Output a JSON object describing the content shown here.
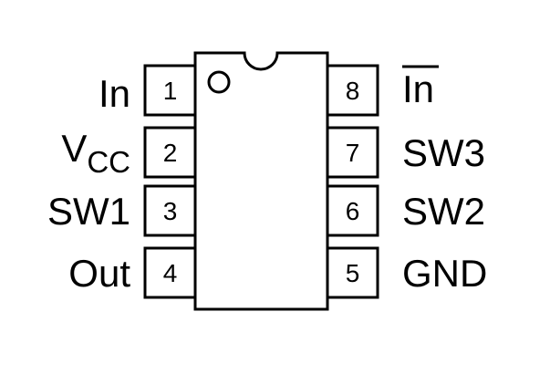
{
  "package": {
    "pins_left": [
      {
        "number": "1",
        "name": "In"
      },
      {
        "number": "2",
        "name": "V",
        "name_sub": "CC"
      },
      {
        "number": "3",
        "name": "SW1"
      },
      {
        "number": "4",
        "name": "Out"
      }
    ],
    "pins_right": [
      {
        "number": "8",
        "name": "In",
        "overbar": true
      },
      {
        "number": "7",
        "name": "SW3"
      },
      {
        "number": "6",
        "name": "SW2"
      },
      {
        "number": "5",
        "name": "GND"
      }
    ]
  },
  "colors": {
    "stroke": "#000000",
    "background": "#ffffff"
  }
}
